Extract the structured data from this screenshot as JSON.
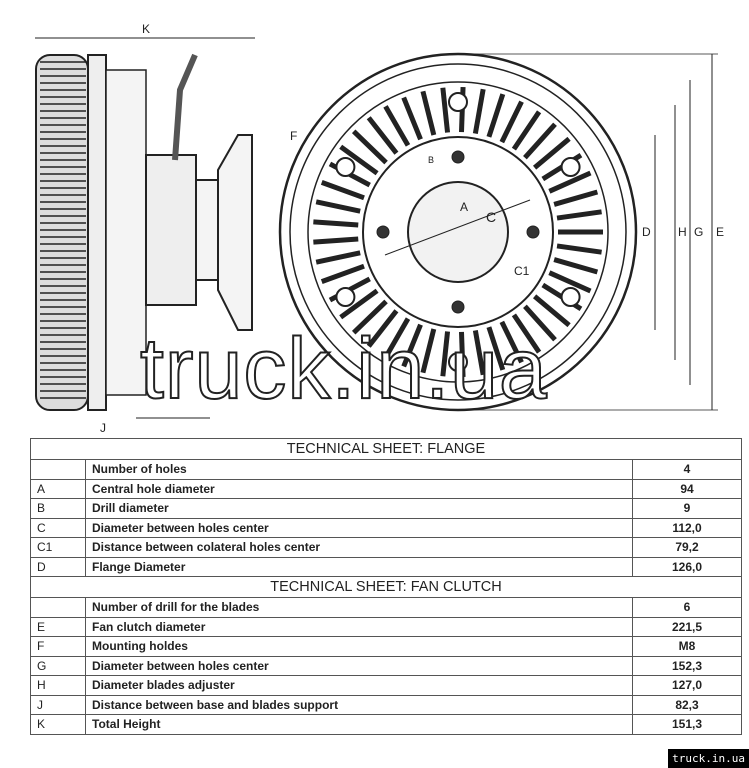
{
  "diagram": {
    "labels": {
      "K": "K",
      "A": "A",
      "B": "B",
      "C": "C",
      "C1": "C1",
      "D": "D",
      "H": "H",
      "G": "G",
      "E": "E",
      "F": "F",
      "J": "J"
    }
  },
  "watermark": "truck.in.ua",
  "flange": {
    "title": "TECHNICAL SHEET: FLANGE",
    "rows": [
      {
        "code": "",
        "label": "Number of holes",
        "value": "4"
      },
      {
        "code": "A",
        "label": "Central hole diameter",
        "value": "94"
      },
      {
        "code": "B",
        "label": "Drill diameter",
        "value": "9"
      },
      {
        "code": "C",
        "label": "Diameter between holes center",
        "value": "112,0"
      },
      {
        "code": "C1",
        "label": "Distance between colateral holes center",
        "value": "79,2"
      },
      {
        "code": "D",
        "label": "Flange Diameter",
        "value": "126,0"
      }
    ]
  },
  "fan_clutch": {
    "title": "TECHNICAL SHEET: FAN CLUTCH",
    "rows": [
      {
        "code": "",
        "label": "Number of drill for the blades",
        "value": "6"
      },
      {
        "code": "E",
        "label": "Fan clutch diameter",
        "value": "221,5"
      },
      {
        "code": "F",
        "label": "Mounting holdes",
        "value": "M8"
      },
      {
        "code": "G",
        "label": "Diameter between holes center",
        "value": "152,3"
      },
      {
        "code": "H",
        "label": "Diameter blades adjuster",
        "value": "127,0"
      },
      {
        "code": "J",
        "label": "Distance between base and blades support",
        "value": "82,3"
      },
      {
        "code": "K",
        "label": "Total Height",
        "value": "151,3"
      }
    ]
  },
  "badge": "truck.in.ua"
}
